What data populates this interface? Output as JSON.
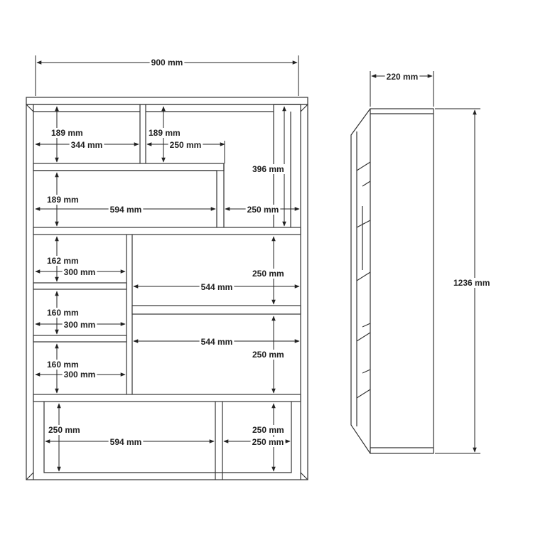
{
  "front": {
    "overall_width": "900 mm",
    "top_left": {
      "height": "189 mm",
      "width": "344 mm"
    },
    "top_middle": {
      "height": "189 mm",
      "width": "250 mm"
    },
    "right_tall_height": "396 mm",
    "upper_long": {
      "height": "189 mm",
      "width": "594 mm"
    },
    "upper_right_width": "250 mm",
    "left_1": {
      "height": "162 mm",
      "width": "300 mm"
    },
    "left_2": {
      "height": "160 mm",
      "width": "300 mm"
    },
    "left_3": {
      "height": "160 mm",
      "width": "300 mm"
    },
    "mid_right_1": {
      "height": "250 mm",
      "width": "544 mm"
    },
    "mid_right_2": {
      "height": "250 mm",
      "width": "544 mm"
    },
    "bottom_left": {
      "height": "250 mm",
      "width": "594 mm"
    },
    "bottom_right": {
      "height": "250 mm",
      "width": "250 mm"
    }
  },
  "side": {
    "depth": "220 mm",
    "height": "1236 mm"
  },
  "colors": {
    "line": "#333333",
    "background": "#ffffff"
  }
}
